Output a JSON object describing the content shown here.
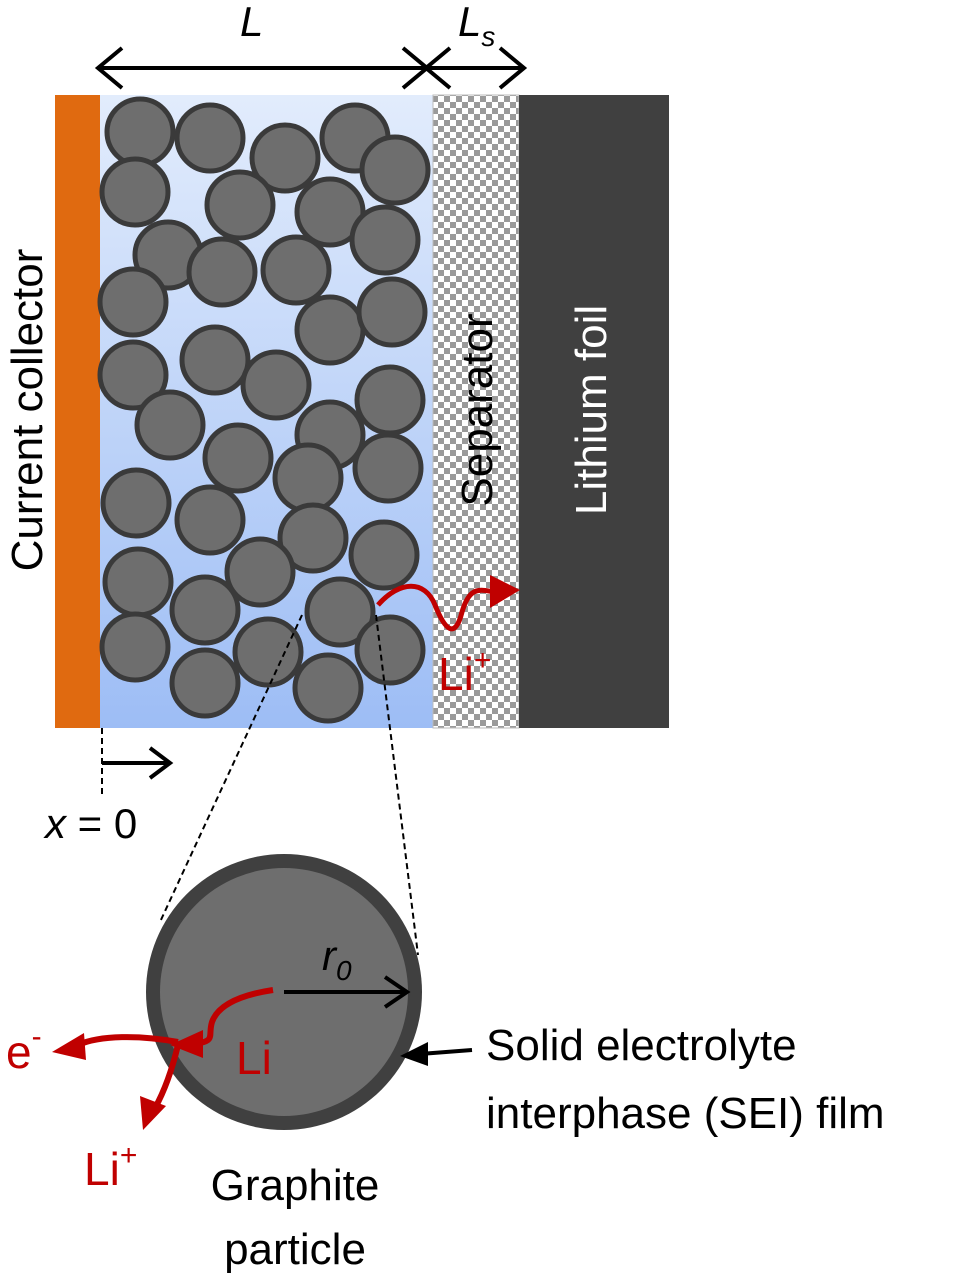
{
  "labels": {
    "electrode_length": "L",
    "separator_length_base": "L",
    "separator_length_sub": "s",
    "current_collector": "Current collector",
    "separator": "Separator",
    "lithium_foil": "Lithium foil",
    "li_ion_base": "Li",
    "li_ion_sup": "+",
    "x_origin_var": "x",
    "x_origin_rest": " = 0",
    "radius_base": "r",
    "radius_sub": "0",
    "lithium_atom": "Li",
    "electron_base": "e",
    "electron_sup": "-",
    "li_ion2_base": "Li",
    "li_ion2_sup": "+",
    "sei_line1": "Solid electrolyte",
    "sei_line2": "interphase (SEI) film",
    "graphite_line1": "Graphite",
    "graphite_line2": "particle"
  },
  "colors": {
    "current_collector": "#E06A10",
    "lithium_foil": "#404040",
    "particle_fill": "#6E6E6E",
    "particle_stroke": "#3A3A3A",
    "electrolyte_top": "#E2ECFC",
    "electrolyte_bottom": "#9DBDF5",
    "accent_red": "#C00000"
  }
}
